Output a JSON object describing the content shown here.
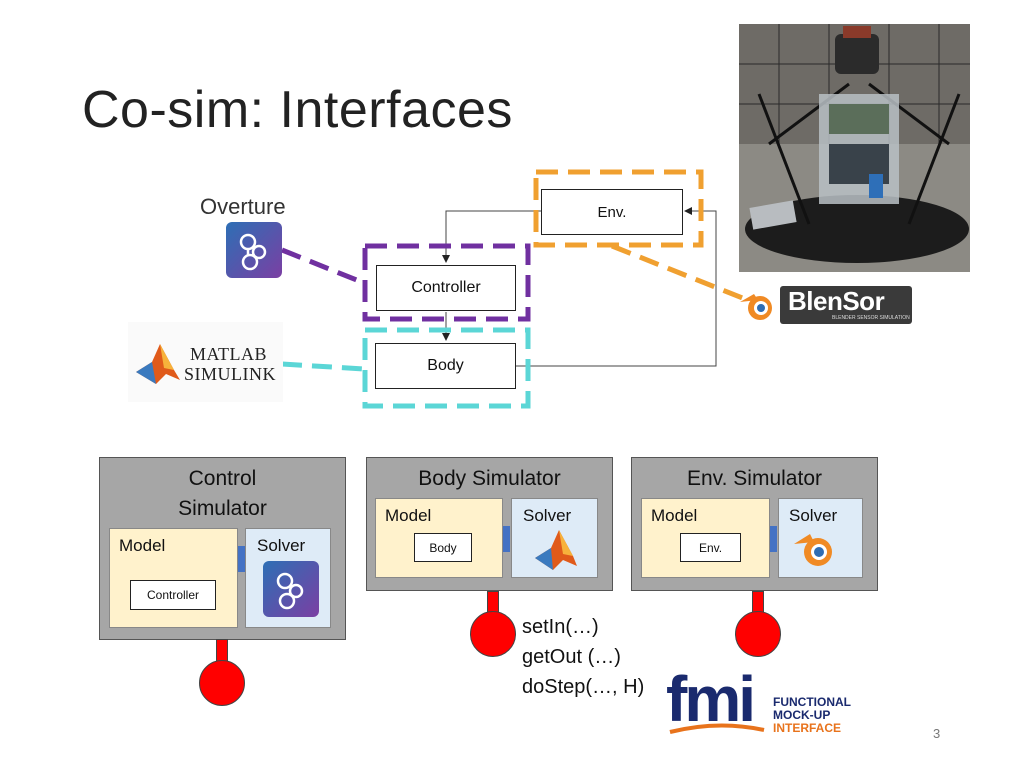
{
  "slide": {
    "title": "Co-sim: Interfaces",
    "page_number": "3"
  },
  "top_diagram": {
    "overture_label": "Overture",
    "matlab_logo_line1": "MATLAB",
    "matlab_logo_line2": "SIMULINK",
    "blensor_logo_text": "BlenSor",
    "blensor_logo_subtext": "BLENDER SENSOR SIMULATION",
    "blocks": {
      "env": "Env.",
      "controller": "Controller",
      "body": "Body"
    },
    "colors": {
      "controller_group": "#7030a0",
      "body_group": "#5bd6d6",
      "env_group": "#f0a030"
    }
  },
  "simulators": [
    {
      "title": "Control Simulator",
      "title_line1": "Control",
      "title_line2": "Simulator",
      "model_label": "Model",
      "solver_label": "Solver",
      "inner_block": "Controller",
      "solver_icon": "overture-logo-icon"
    },
    {
      "title": "Body Simulator",
      "model_label": "Model",
      "solver_label": "Solver",
      "inner_block": "Body",
      "solver_icon": "matlab-logo-icon"
    },
    {
      "title": "Env. Simulator",
      "model_label": "Model",
      "solver_label": "Solver",
      "inner_block": "Env.",
      "solver_icon": "blender-logo-icon"
    }
  ],
  "fmi_calls": [
    "setIn(…)",
    "getOut (…)",
    "doStep(…, H)"
  ],
  "fmi_logo": {
    "mark": "fmi",
    "line1": "FUNCTIONAL",
    "line2": "MOCK-UP",
    "line3": "INTERFACE"
  }
}
